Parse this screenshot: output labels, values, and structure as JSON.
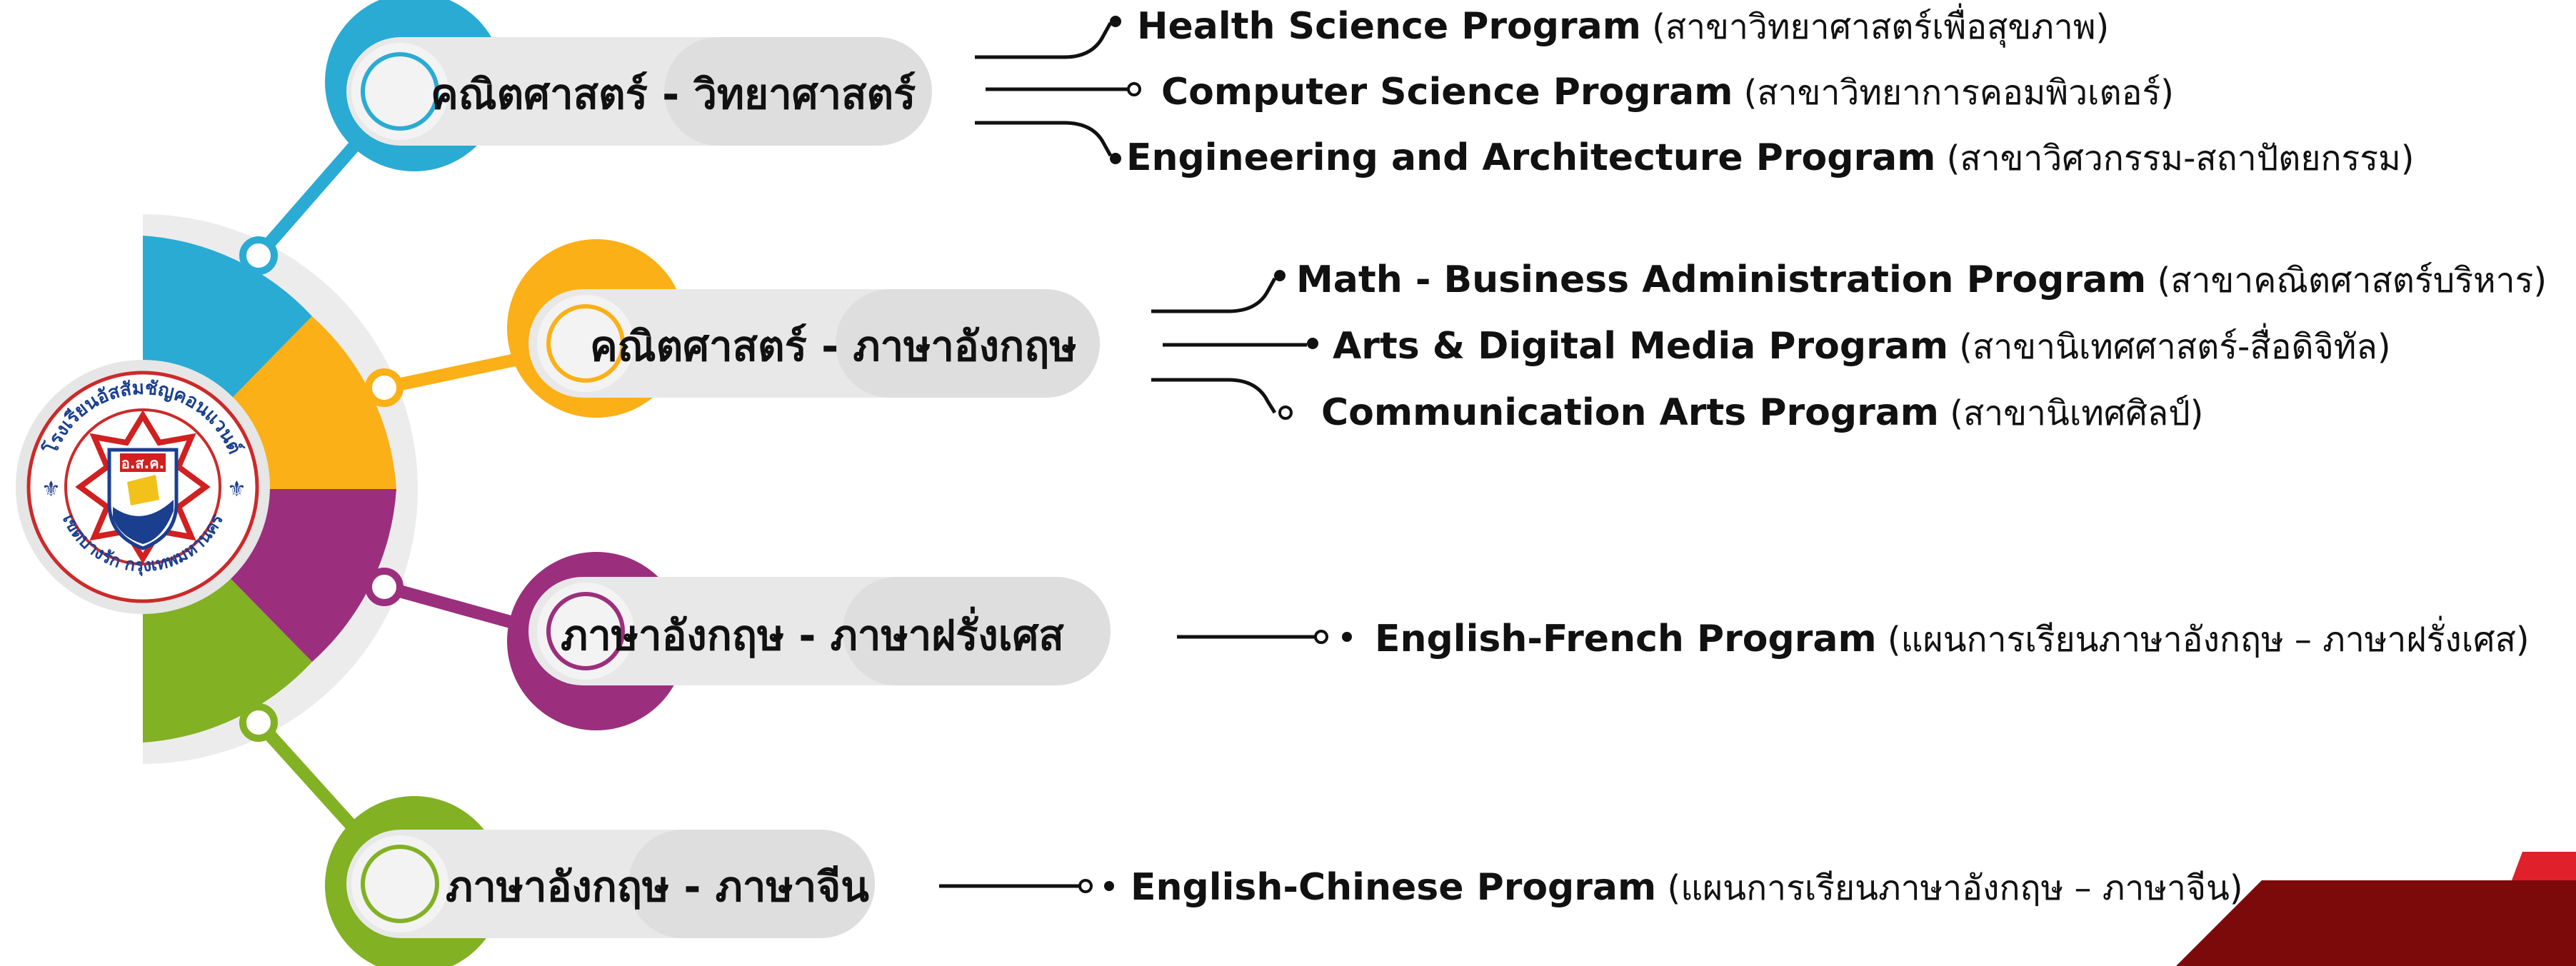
{
  "logo": {
    "ring_text_top": "โรงเรียนอัสสัมชัญคอนแวนต์",
    "ring_text_bottom": "เขตบางรัก กรุงเทพมหานคร",
    "emblem_text": "อ.ส.ค."
  },
  "branches": [
    {
      "title": "คณิตศาสตร์ - วิทยาศาสตร์",
      "color": "#29abd4",
      "programs": [
        {
          "en": "Health Science Program",
          "th": " (สาขาวิทยาศาสตร์เพื่อสุขภาพ)"
        },
        {
          "en": "Computer Science Program",
          "th": " (สาขาวิทยาการคอมพิวเตอร์)"
        },
        {
          "en": "Engineering and Architecture Program",
          "th": " (สาขาวิศวกรรม-สถาปัตยกรรม)"
        }
      ]
    },
    {
      "title": "คณิตศาสตร์ - ภาษาอังกฤษ",
      "color": "#fbb017",
      "programs": [
        {
          "en": "Math - Business Administration Program",
          "th": " (สาขาคณิตศาสตร์บริหาร)"
        },
        {
          "en": "Arts & Digital Media Program",
          "th": " (สาขานิเทศศาสตร์-สื่อดิจิทัล)"
        },
        {
          "en": "Communication Arts Program",
          "th": " (สาขานิเทศศิลป์)"
        }
      ]
    },
    {
      "title": "ภาษาอังกฤษ - ภาษาฝรั่งเศส",
      "color": "#9b2f7d",
      "programs": [
        {
          "en": "English-French Program",
          "th": " (แผนการเรียนภาษาอังกฤษ – ภาษาฝรั่งเศส)"
        }
      ]
    },
    {
      "title": "ภาษาอังกฤษ - ภาษาจีน",
      "color": "#82b124",
      "programs": [
        {
          "en": "English-Chinese Program",
          "th": " (แผนการเรียนภาษาอังกฤษ – ภาษาจีน)"
        }
      ]
    }
  ],
  "accent": {
    "dark_red": "#7d0a0a",
    "red": "#e0202a"
  }
}
